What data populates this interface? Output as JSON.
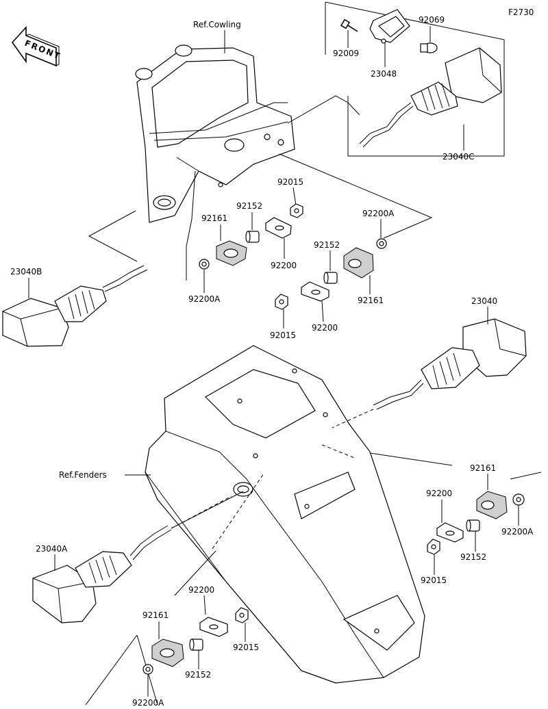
{
  "figure_id": "F2730",
  "direction_label": "FRONT",
  "references": {
    "cowling": "Ref.Cowling",
    "fenders": "Ref.Fenders"
  },
  "part_numbers": {
    "p92009": "92009",
    "p23048": "23048",
    "p92069": "92069",
    "p23040C": "23040C",
    "p92015_a": "92015",
    "p92152_a": "92152",
    "p92161_a": "92161",
    "p92200_a": "92200",
    "p92200A_a": "92200A",
    "p92200A_b": "92200A",
    "p92152_b": "92152",
    "p92161_b": "92161",
    "p92015_b": "92015",
    "p92200_b": "92200",
    "p23040B": "23040B",
    "p23040": "23040",
    "p92161_c": "92161",
    "p92200_c": "92200",
    "p92200A_c": "92200A",
    "p92152_c": "92152",
    "p92015_c": "92015",
    "p23040A": "23040A",
    "p92200_d": "92200",
    "p92161_d": "92161",
    "p92015_d": "92015",
    "p92152_d": "92152",
    "p92200A_d": "92200A"
  }
}
